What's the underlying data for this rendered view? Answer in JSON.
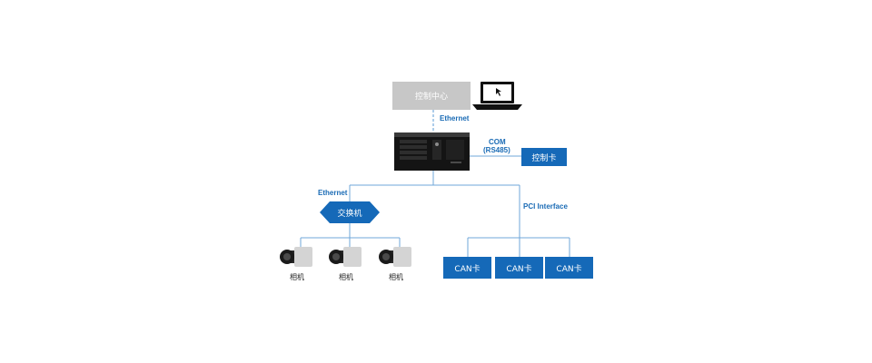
{
  "colors": {
    "accent": "#1569b8",
    "line": "#6fa7d8",
    "dashed_line": "#5b9bd5",
    "gray_box": "#c7c7c7",
    "label_text": "#1a6bb5"
  },
  "nodes": {
    "control_center": "控制中心",
    "control_card": "控制卡",
    "switch": "交换机",
    "can_cards": [
      "CAN卡",
      "CAN卡",
      "CAN卡"
    ],
    "cameras": [
      "相机",
      "相机",
      "相机"
    ]
  },
  "links": {
    "ethernet_top": "Ethernet",
    "com": "COM",
    "rs485": "(RS485)",
    "ethernet_left": "Ethernet",
    "pci": "PCI Interface"
  },
  "icons": {
    "laptop": "laptop-icon",
    "server": "industrial-pc-icon",
    "camera": "camera-icon"
  }
}
